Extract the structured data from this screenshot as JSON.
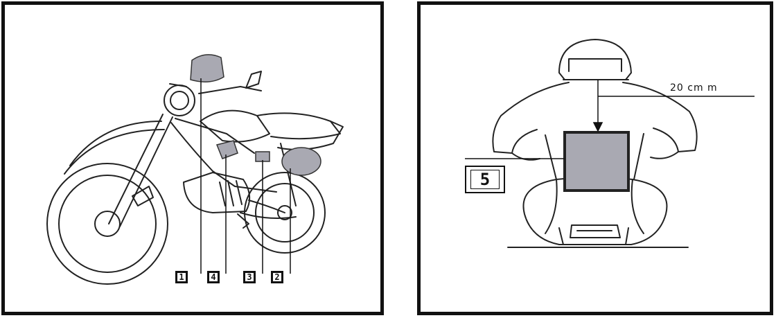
{
  "motorcycle_figure": {
    "callouts": [
      "1",
      "4",
      "3",
      "2"
    ],
    "zone_color": "#a9a9b2"
  },
  "rider_figure": {
    "callout": "5",
    "measurement_label": "20 cm m",
    "zone_color": "#a9a9b2"
  }
}
